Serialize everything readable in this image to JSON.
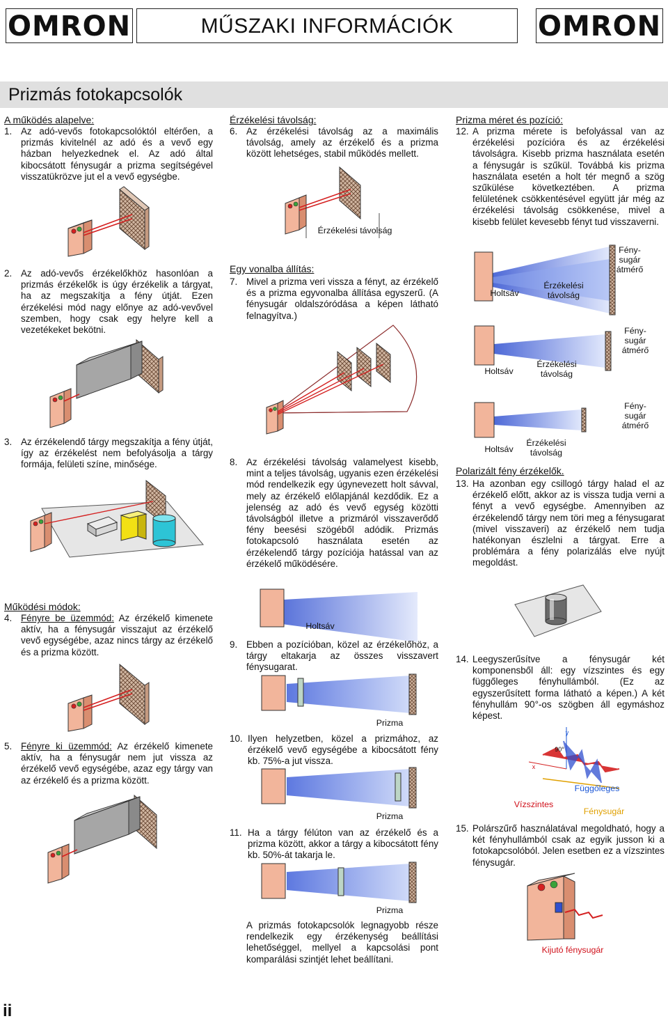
{
  "header": {
    "logo_left": "OMRON",
    "title": "MŰSZAKI INFORMÁCIÓK",
    "logo_right": "OMRON"
  },
  "page_title": "Prizmás fotokapcsolók",
  "col1": {
    "principle_heading": "A működés alapelve:",
    "p1": {
      "num": "1.",
      "text": "Az adó-vevős fotokapcsolóktól eltérően, a prizmás kivitelnél az adó és a vevő egy házban helyezkednek el. Az adó által kibocsátott fénysugár a prizma segítségével visszatükrözve jut el a vevő egységbe."
    },
    "p2": {
      "num": "2.",
      "text": "Az adó-vevős érzékelőkhöz hasonlóan a prizmás érzékelők is úgy érzékelik a tárgyat, ha az megszakítja a fény útját. Ezen érzékelési mód nagy előnye az adó-vevővel szemben, hogy csak egy helyre kell a vezetékeket bekötni."
    },
    "p3": {
      "num": "3.",
      "text": "Az érzékelendő tárgy megszakítja a fény útját, így az érzékelést nem befolyásolja a tárgy formája, felületi színe, minősége."
    },
    "modes_heading": "Működési módok:",
    "p4": {
      "num": "4.",
      "lead": "Fényre be üzemmód:",
      "text": " Az érzékelő kimenete aktív, ha a fénysugár visszajut az érzékelő vevő egységébe, azaz nincs tárgy az érzékelő és a prizma között."
    },
    "p5": {
      "num": "5.",
      "lead": "Fényre ki üzemmód:",
      "text": " Az érzékelő kimenete aktív, ha a fénysugár nem jut vissza az érzékelő vevő egységébe, azaz egy tárgy van az érzékelő és a prizma között."
    }
  },
  "col2": {
    "distance_heading": "Érzékelési távolság:",
    "p6": {
      "num": "6.",
      "text": "Az érzékelési távolság az a maximális távolság, amely az érzékelő és a prizma között lehetséges, stabil működés mellett."
    },
    "fig6_label": "Érzékelési távolság",
    "align_heading": "Egy vonalba állítás:",
    "p7": {
      "num": "7.",
      "text": "Mivel a prizma veri vissza a fényt, az érzékelő és a prizma egyvonalba állítása egyszerű. (A fénysugár oldalszóródása a képen látható felnagyítva.)"
    },
    "p8": {
      "num": "8.",
      "text": "Az érzékelési távolság valamelyest kisebb, mint a teljes távolság, ugyanis ezen érzékelési mód rendelkezik egy úgynevezett holt sávval, mely az érzékelő előlapjánál kezdődik. Ez a jelenség az adó és vevő egység közötti távolságból illetve a prizmáról visszaverődő fény beesési szögéből adódik. Prizmás fotokapcsoló használata esetén az érzékelendő tárgy pozíciója hatással van az érzékelő működésére."
    },
    "fig8_label": "Holtsáv",
    "p9": {
      "num": "9.",
      "text": "Ebben a pozícióban, közel az érzékelőhöz, a tárgy eltakarja az összes visszavert fénysugarat."
    },
    "fig9_label": "Prizma",
    "p10": {
      "num": "10.",
      "text": "Ilyen helyzetben, közel a prizmához, az érzékelő vevő egységébe a kibocsátott fény kb. 75%-a jut vissza."
    },
    "fig10_label": "Prizma",
    "p11": {
      "num": "11.",
      "text": "Ha a tárgy félúton van az érzékelő és a prizma között, akkor a tárgy a kibocsátott fény kb. 50%-át takarja le."
    },
    "fig11_label": "Prizma",
    "p_last": "A prizmás fotokapcsolók legnagyobb része rendelkezik egy érzékenység beállítási lehetőséggel, mellyel a kapcsolási pont komparálási szintjét lehet beállítani."
  },
  "col3": {
    "size_heading": "Prizma méret és pozíció:",
    "p12": {
      "num": "12.",
      "text": "A prizma mérete is befolyással van az érzékelési pozícióra és az érzékelési távolságra. Kisebb prizma használata esetén a fénysugár is szűkül. Továbbá kis prizma használata esetén a holt tér megnő a szög szűkülése következtében. A prizma felületének csökkentésével együtt jár még az érzékelési távolság csökkenése, mivel a kisebb felület kevesebb fényt tud visszaverni."
    },
    "beam_labels": {
      "dead": "Holtsáv",
      "dist_l1": "Érzékelési",
      "dist_l2": "távolság",
      "dia_l1": "Fény-",
      "dia_l2": "sugár",
      "dia_l3": "átmérő"
    },
    "polar_heading": "Polarizált fény érzékelők.",
    "p13": {
      "num": "13.",
      "text": "Ha azonban egy csillogó tárgy halad el az érzékelő előtt, akkor az is vissza tudja verni a fényt a vevő egységbe. Amennyiben az érzékelendő tárgy nem töri meg a fénysugarat (mivel visszaveri) az érzékelő nem tudja hatékonyan észlelni a tárgyat. Erre a problémára a fény polarizálás elve nyújt megoldást."
    },
    "p14": {
      "num": "14.",
      "text": "Leegyszerűsítve a fénysugár két komponensből áll: egy vízszintes és egy függőleges fényhullámból. (Ez az egyszerűsített forma látható a képen.) A két fényhullám 90°-os szögben áll egymáshoz képest."
    },
    "wave_labels": {
      "angle": "90°",
      "y": "y",
      "x": "x",
      "vertical": "Függőleges",
      "horizontal": "Vízszintes",
      "beam": "Fénysugár"
    },
    "p15": {
      "num": "15.",
      "text": "Polárszűrő használatával megoldható, hogy a két fényhullámból csak az egyik jusson ki a fotokapcsolóból. Jelen esetben ez a vízszintes fénysugár."
    },
    "fig15_label": "Kijutó fénysugár"
  },
  "page_number": "ii",
  "colors": {
    "sensor": "#ec9f83",
    "beam_red": "#d42020",
    "beam_blue": "#3557d8",
    "prism": "#caa791",
    "grey_box": "#a6a6a6"
  }
}
